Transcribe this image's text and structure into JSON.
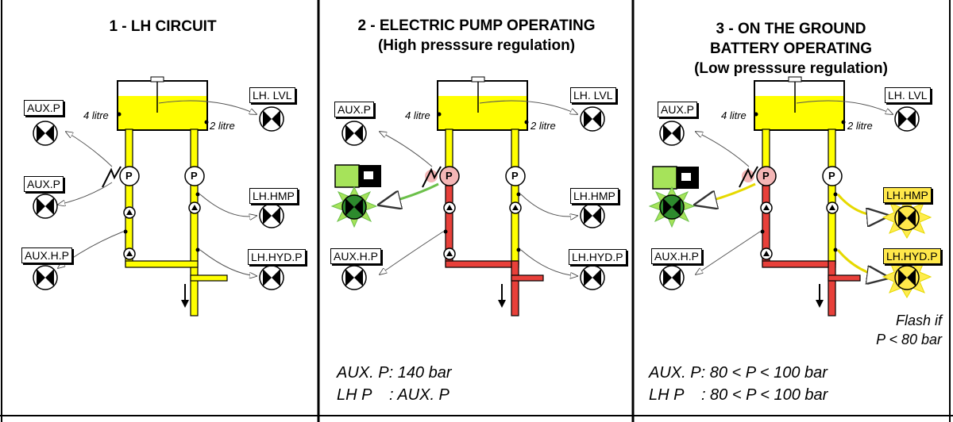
{
  "panels": [
    {
      "title_lines": [
        "1 - LH CIRCUIT"
      ],
      "tank": {
        "left_level": "4 litre",
        "right_level": "2 litre"
      },
      "pumps": [
        "P",
        "P"
      ],
      "indicators": [
        {
          "label": "AUX.P",
          "state": "off"
        },
        {
          "label": "AUX.P",
          "state": "off"
        },
        {
          "label": "AUX.H.P",
          "state": "off"
        },
        {
          "label": "LH. LVL",
          "state": "off"
        },
        {
          "label": "LH.HMP",
          "state": "off"
        },
        {
          "label": "LH.HYD.P",
          "state": "off"
        }
      ]
    },
    {
      "title_lines": [
        "2 - ELECTRIC PUMP OPERATING",
        "(High presssure regulation)"
      ],
      "tank": {
        "left_level": "4 litre",
        "right_level": "2 litre"
      },
      "pumps": [
        "P",
        "P"
      ],
      "indicators": [
        {
          "label": "AUX.P",
          "state": "off"
        },
        {
          "label": "AUX.H.P",
          "state": "off"
        },
        {
          "label": "LH. LVL",
          "state": "off"
        },
        {
          "label": "LH.HMP",
          "state": "off"
        },
        {
          "label": "LH.HYD.P",
          "state": "off"
        }
      ],
      "notes": [
        "AUX. P: 140 bar",
        "LH P    : AUX. P"
      ]
    },
    {
      "title_lines": [
        "3 - ON THE GROUND",
        "BATTERY OPERATING",
        "(Low presssure regulation)"
      ],
      "tank": {
        "left_level": "4 litre",
        "right_level": "2 litre"
      },
      "pumps": [
        "P",
        "P"
      ],
      "indicators": [
        {
          "label": "AUX.P",
          "state": "off"
        },
        {
          "label": "AUX.H.P",
          "state": "off"
        },
        {
          "label": "LH. LVL",
          "state": "off"
        },
        {
          "label": "LH.HMP",
          "state": "flashing"
        },
        {
          "label": "LH.HYD.P",
          "state": "flashing"
        }
      ],
      "flash_note": [
        "Flash if",
        "P < 80 bar"
      ],
      "notes": [
        "AUX. P: 80 < P < 100 bar",
        "LH P    : 80 < P < 100 bar"
      ]
    }
  ],
  "colors": {
    "fluid": "#ffff00",
    "pressure": "#e8403a",
    "pump_active": "#f4b6b6",
    "light_green": "#a6e35a",
    "flash_yellow": "#ffec4d",
    "warning_tag": "#ffe84a"
  }
}
